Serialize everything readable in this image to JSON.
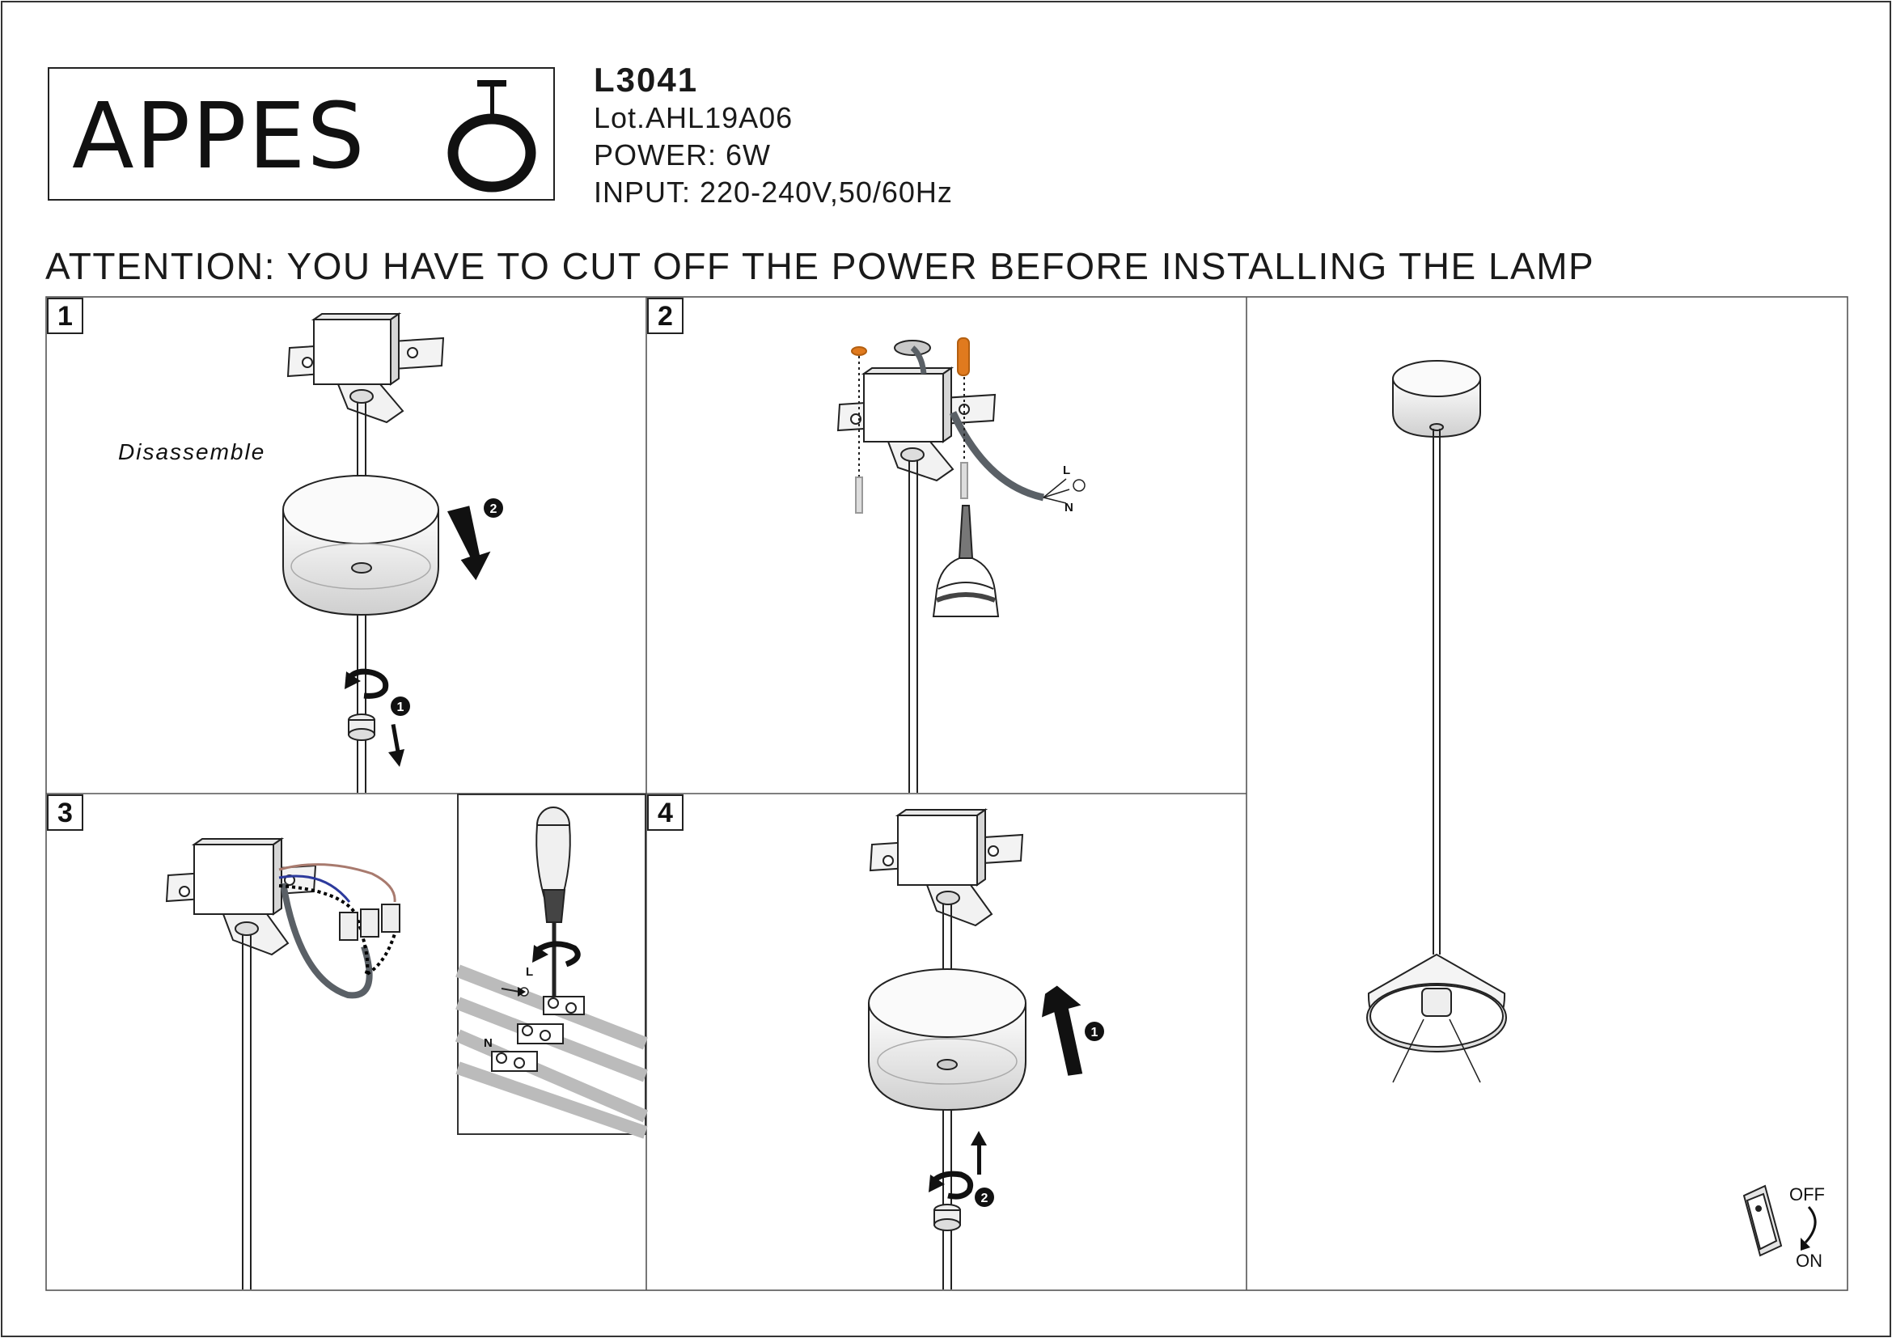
{
  "header": {
    "logo_text": "APPES",
    "model": "L3041",
    "lot": "Lot.AHL19A06",
    "power": "POWER: 6W",
    "input": "INPUT: 220-240V,50/60Hz"
  },
  "attention": "ATTENTION: YOU HAVE TO CUT OFF THE POWER BEFORE INSTALLING THE LAMP",
  "steps": [
    {
      "number": "1",
      "label": "Disassemble",
      "markers": [
        "2",
        "1"
      ]
    },
    {
      "number": "2",
      "wire_labels": [
        "L",
        "N"
      ]
    },
    {
      "number": "3",
      "wire_labels": [
        "L",
        "N"
      ]
    },
    {
      "number": "4",
      "markers": [
        "1",
        "2"
      ]
    }
  ],
  "switch": {
    "off_label": "OFF",
    "on_label": "ON"
  },
  "colors": {
    "line": "#222222",
    "wire_live": "#a87a6e",
    "wire_neutral": "#2c3a9c",
    "wire_ground": "#000000",
    "cable_gray": "#5a6066",
    "anchor_orange": "#e07a1e"
  }
}
